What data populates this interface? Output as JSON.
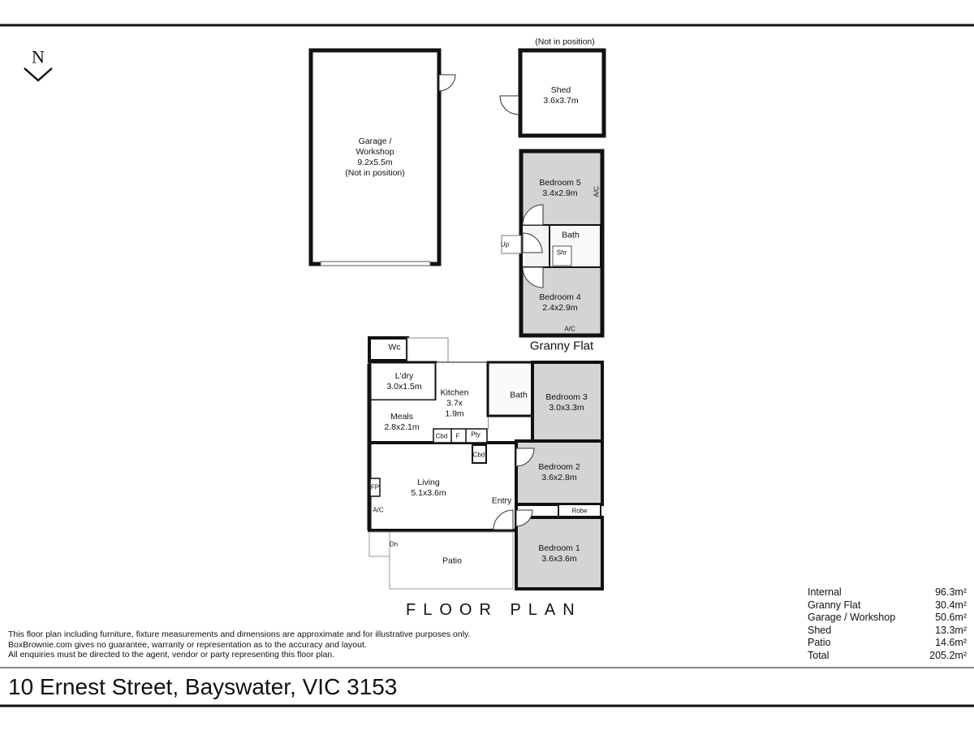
{
  "compass": "N",
  "rooms": {
    "garage": "Garage /\nWorkshop\n9.2x5.5m\n(Not in position)",
    "shed_note": "(Not in position)",
    "shed": "Shed\n3.6x3.7m",
    "bedroom5": "Bedroom 5\n3.4x2.9m",
    "bedroom4": "Bedroom 4\n2.4x2.9m",
    "gf_bath": "Bath",
    "shr": "Shr",
    "up": "Up",
    "ac": "A/C",
    "granny_flat": "Granny Flat",
    "wc": "Wc",
    "laundry": "L'dry\n3.0x1.5m",
    "kitchen": "Kitchen\n3.7x\n1.9m",
    "meals": "Meals\n2.8x2.1m",
    "bath": "Bath",
    "bedroom3": "Bedroom 3\n3.0x3.3m",
    "cbd": "Cbd",
    "f": "F",
    "pty": "Pty",
    "bedroom2": "Bedroom 2\n3.6x2.8m",
    "living": "Living\n5.1x3.6m",
    "fp": "FP",
    "entry": "Entry",
    "robe": "Robe",
    "dn": "Dn",
    "patio": "Patio",
    "bedroom1": "Bedroom 1\n3.6x3.6m"
  },
  "heading": "FLOOR PLAN",
  "disclaimer": [
    "This floor plan including furniture, fixture measurements and dimensions are approximate and for illustrative purposes only.",
    "BoxBrownie.com gives no guarantee, warranty or representation as to the accuracy and layout.",
    "All enquiries must be directed to the agent, vendor or party representing this floor plan."
  ],
  "areas": [
    {
      "label": "Internal",
      "value": "96.3m²"
    },
    {
      "label": "Granny Flat",
      "value": "30.4m²"
    },
    {
      "label": "Garage / Workshop",
      "value": "50.6m²"
    },
    {
      "label": "Shed",
      "value": "13.3m²"
    },
    {
      "label": "Patio",
      "value": "14.6m²"
    },
    {
      "label": "Total",
      "value": "205.2m²"
    }
  ],
  "address": "10 Ernest Street, Bayswater, VIC 3153"
}
